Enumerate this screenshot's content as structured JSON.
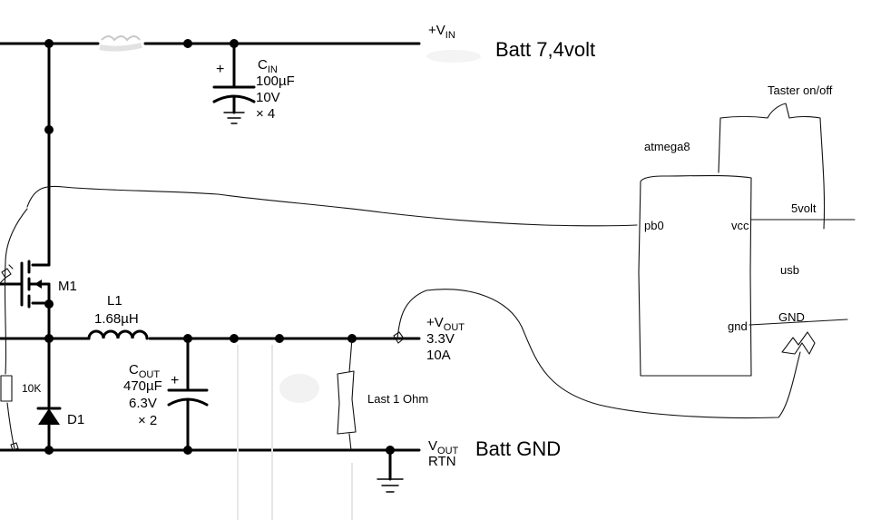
{
  "schematic": {
    "vin_label": "+V",
    "vin_sub": "IN",
    "batt_plus": "Batt 7,4volt",
    "cin_name": "C",
    "cin_sub": "IN",
    "cin_value": "100µF",
    "cin_voltage": "10V",
    "cin_count": "× 4",
    "m1_label": "M1",
    "l1_label": "L1",
    "l1_value": "1.68µH",
    "cout_name": "C",
    "cout_sub": "OUT",
    "cout_value": "470µF",
    "cout_voltage": "6.3V",
    "cout_count": "× 2",
    "vout_label": "+V",
    "vout_sub": "OUT",
    "vout_voltage": "3.3V",
    "vout_current": "10A",
    "rtn_label": "V",
    "rtn_sub": "OUT",
    "rtn_text": "RTN",
    "batt_gnd": "Batt GND",
    "d1_label": "D1",
    "r10k_label": "10K",
    "load_label": "Last 1 Ohm",
    "plus_sign": "+"
  },
  "mcu": {
    "title": "atmega8",
    "pin_pb0": "pb0",
    "pin_vcc": "vcc",
    "pin_gnd": "gnd",
    "label_5volt": "5volt",
    "label_usb": "usb",
    "label_gnd": "GND",
    "switch_label": "Taster on/off"
  }
}
